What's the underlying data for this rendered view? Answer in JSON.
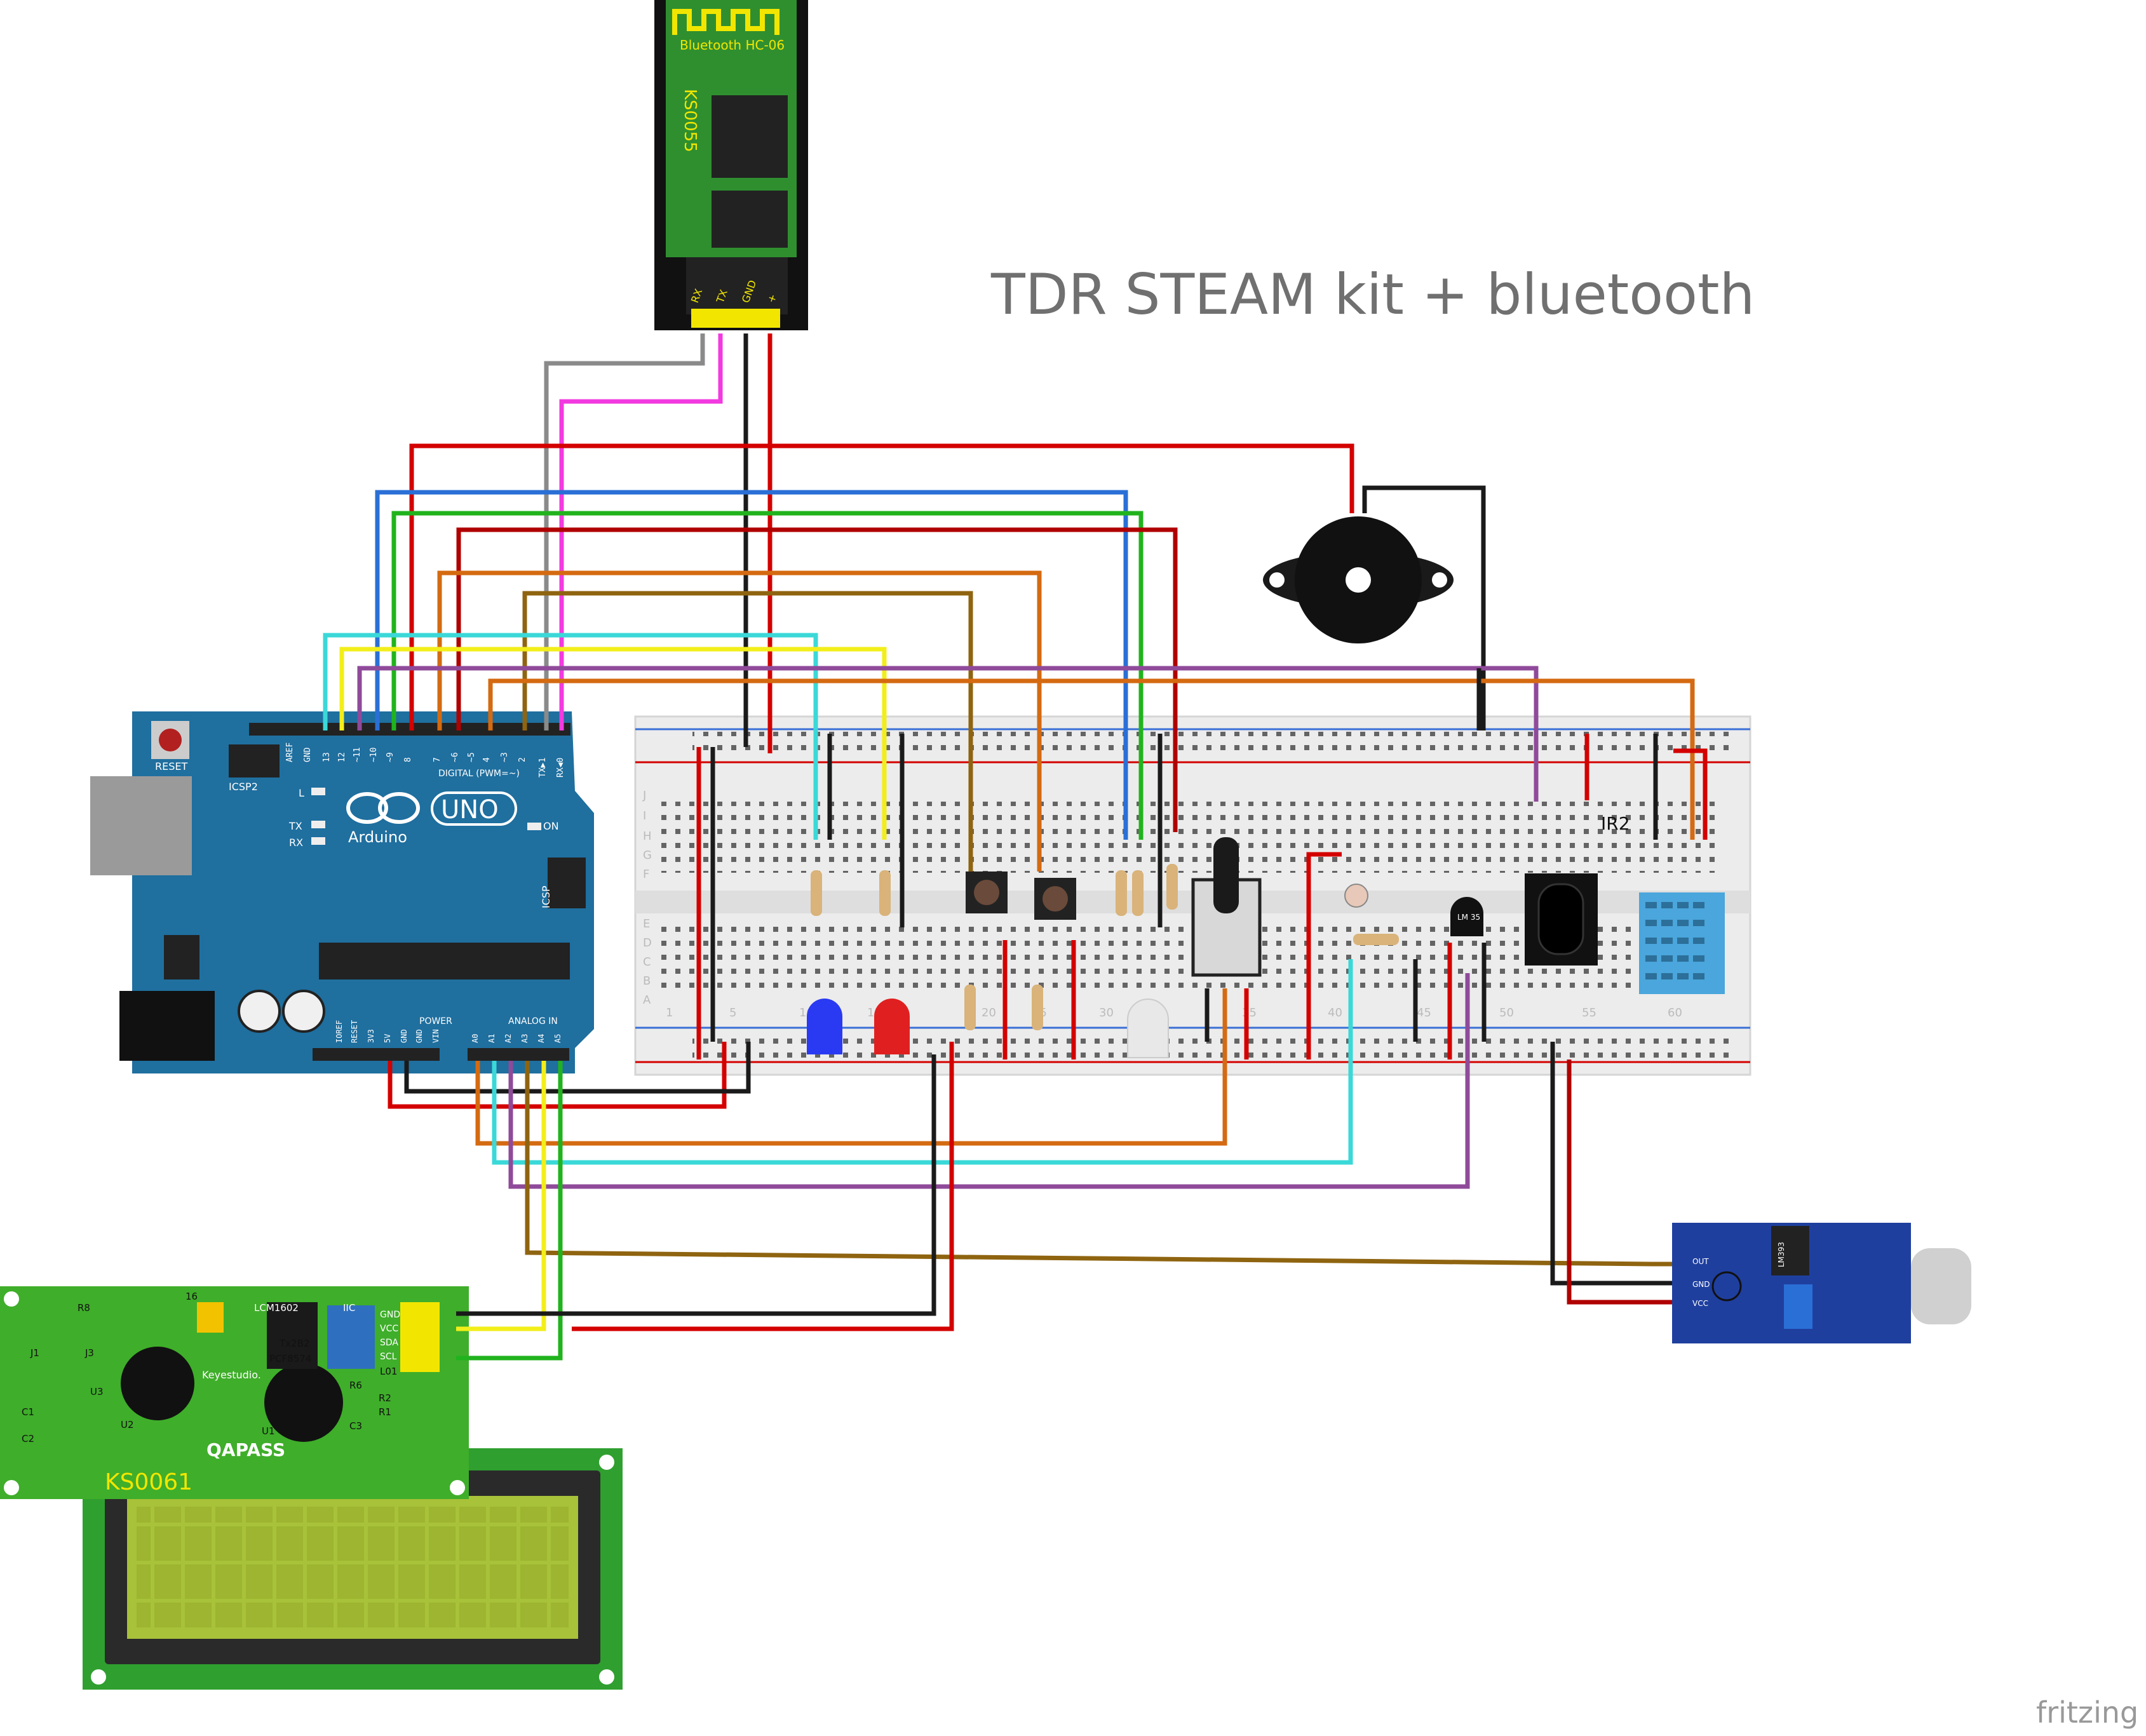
{
  "title": "TDR STEAM  kit + bluetooth",
  "watermark": "fritzing",
  "bluetooth": {
    "label": "Bluetooth HC-06",
    "code": "KS0055",
    "pins": [
      "RX",
      "TX",
      "GND",
      "+"
    ]
  },
  "arduino": {
    "brand": "Arduino",
    "model": "UNO",
    "reset": "RESET",
    "icsp": "ICSP",
    "icsp2": "ICSP2",
    "on": "ON",
    "l": "L",
    "tx": "TX",
    "rx": "RX",
    "digital_label": "DIGITAL (PWM=~)",
    "analog_label": "ANALOG IN",
    "power_label": "POWER",
    "digital_pins": [
      "AREF",
      "GND",
      "13",
      "12",
      "~11",
      "~10",
      "~9",
      "8",
      "7",
      "~6",
      "~5",
      "4",
      "~3",
      "2",
      "TX▶1",
      "RX◀0"
    ],
    "power_pins": [
      "IOREF",
      "RESET",
      "3V3",
      "5V",
      "GND",
      "GND",
      "VIN"
    ],
    "analog_pins": [
      "A0",
      "A1",
      "A2",
      "A3",
      "A4",
      "A5"
    ]
  },
  "breadboard": {
    "row_letters": [
      "J",
      "I",
      "H",
      "G",
      "F",
      "E",
      "D",
      "C",
      "B",
      "A"
    ],
    "column_numbers": [
      "1",
      "5",
      "10",
      "15",
      "20",
      "25",
      "30",
      "35",
      "40",
      "45",
      "50",
      "55",
      "60"
    ]
  },
  "components": {
    "ir_label": "IR2",
    "lm35_label": "LM 35"
  },
  "lcd_module": {
    "code": "KS0061",
    "brand": "QAPASS",
    "chip_label": "LCM1602",
    "iic_label": "IIC",
    "maker": "Keyestudio.",
    "pin_labels": [
      "GND",
      "VCC",
      "SDA",
      "SCL"
    ],
    "labels": [
      "R8",
      "J1",
      "J3",
      "U3",
      "C1",
      "C2",
      "U2",
      "U1",
      "R6",
      "R2",
      "R1",
      "C3",
      "L01",
      "16",
      "PCF8574",
      "Tx2B2"
    ]
  },
  "sound_sensor": {
    "pin_labels": [
      "OUT",
      "GND",
      "VCC"
    ],
    "chip": "LM393"
  },
  "colors": {
    "arduino": "#1f6f9f",
    "bluetooth_pcb": "#2f8f2f",
    "lcd_pcb": "#3fae2a",
    "lcd_screen": "#a8c23a",
    "sound_pcb": "#1f3f9f",
    "breadboard": "#e9e9e9",
    "wire_red": "#d40000",
    "wire_black": "#1a1a1a",
    "wire_blue": "#2a6fd6",
    "wire_green": "#21b31d",
    "wire_darkred": "#b00000",
    "wire_orange": "#d46a11",
    "wire_brown": "#8f6410",
    "wire_cyan": "#3bd8d8",
    "wire_yellow": "#f2ee1a",
    "wire_purple": "#8f4a9a",
    "wire_gray": "#8a8a8a",
    "wire_magenta": "#f23ae0"
  }
}
